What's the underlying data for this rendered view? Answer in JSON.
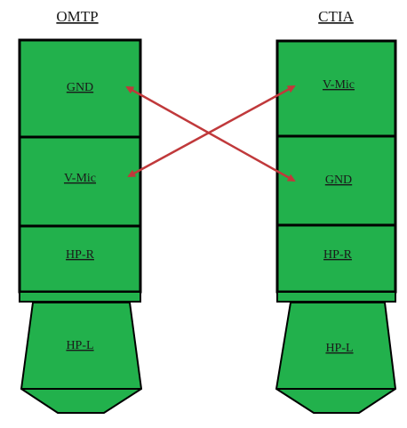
{
  "colors": {
    "connector_fill": "#22b14c",
    "outline": "#000000",
    "arrow": "#c0393b",
    "label": "#1a1a1a"
  },
  "omtp": {
    "title": "OMTP",
    "segments": [
      "GND",
      "V-Mic",
      "HP-R",
      "HP-L"
    ]
  },
  "ctia": {
    "title": "CTIA",
    "segments": [
      "V-Mic",
      "GND",
      "HP-R",
      "HP-L"
    ]
  },
  "swap_arrows": [
    {
      "from": "OMTP GND",
      "to": "CTIA GND"
    },
    {
      "from": "OMTP V-Mic",
      "to": "CTIA V-Mic"
    }
  ]
}
